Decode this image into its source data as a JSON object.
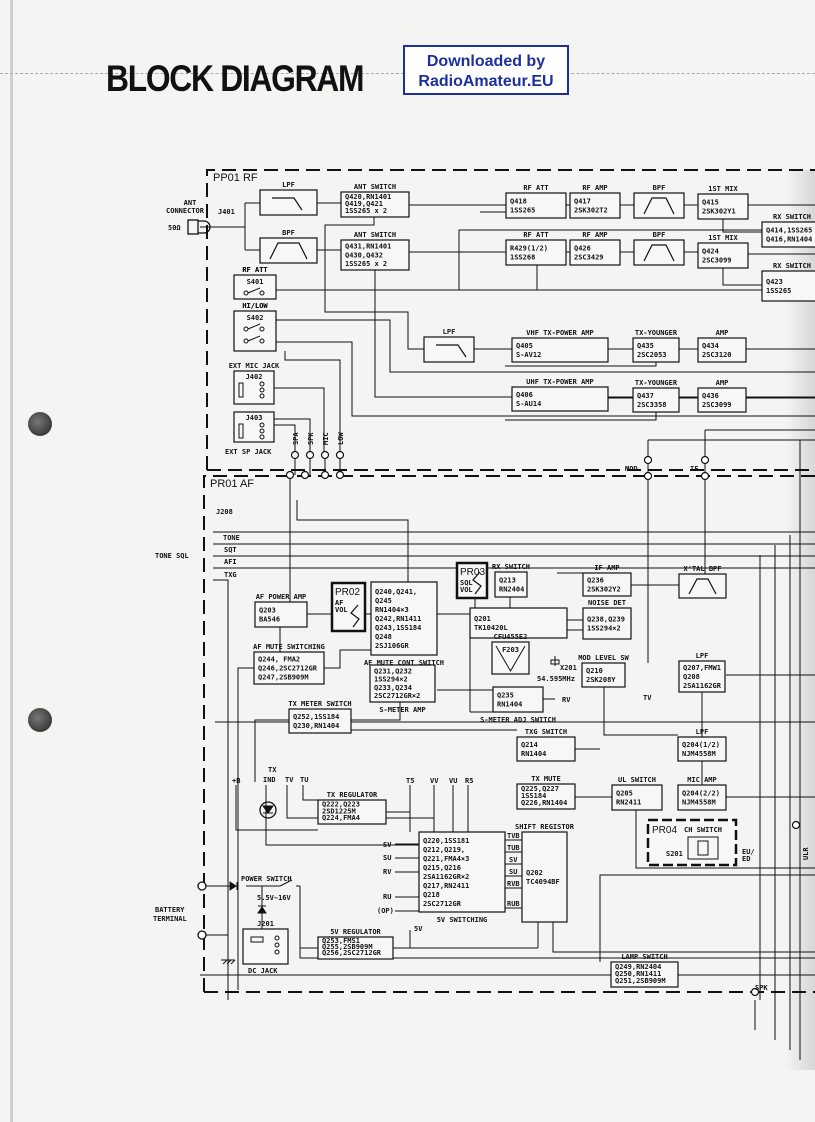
{
  "title": "BLOCK DIAGRAM",
  "watermark": {
    "line1": "Downloaded by",
    "line2": "RadioAmateur.EU",
    "border_color": "#1d2f9c"
  },
  "sections": {
    "rf": "PP01 RF",
    "af": "PR01 AF"
  },
  "labels": {
    "ant_connector_1": "ANT",
    "ant_connector_2": "CONNECTOR",
    "j401": "J401",
    "ohm": "50Ω",
    "spa": "SPA",
    "spk_v": "SPK",
    "mic": "MIC",
    "low": "LOW",
    "mod": "MOD",
    "if": "IF",
    "j208": "J208",
    "tone_sql": "TONE SQL",
    "tone": "TONE",
    "sqt": "SQT",
    "afi": "AFI",
    "txg": "TXG",
    "x201": "X201",
    "xtal_freq": "54.595MHz",
    "rv_q235": "RV",
    "tv_mod": "TV",
    "plus_b": "+B",
    "tx_ind_1": "TX",
    "tx_ind_2": "IND",
    "tv": "TV",
    "tu": "TU",
    "t5": "T5",
    "vv": "VV",
    "vu": "VU",
    "r5": "R5",
    "sv": "SV",
    "su": "SU",
    "rv": "RV",
    "ru": "RU",
    "op": "(OP)",
    "pin_tvb": "TVB",
    "pin_tub": "TUB",
    "pin_sv": "SV",
    "pin_su": "SU",
    "pin_rvb": "RVB",
    "pin_rub": "RUB",
    "power_switch": "POWER SWITCH",
    "voltage": "5.5V~16V",
    "battery_1": "BATTERY",
    "battery_2": "TERMINAL",
    "dc_jack": "DC JACK",
    "five_v": "5V",
    "spk": "SPK",
    "ulr": "ULR",
    "ext_sp_jack": "EXT SP JACK"
  },
  "blocks": {
    "lpf1": {
      "label": "LPF",
      "lines": []
    },
    "bpf1": {
      "label": "BPF",
      "lines": []
    },
    "ant_sw1": {
      "label": "ANT SWITCH",
      "lines": [
        "Q420,RN1401",
        "Q419,Q421",
        "1SS265 x 2"
      ]
    },
    "ant_sw2": {
      "label": "ANT SWITCH",
      "lines": [
        "Q431,RN1401",
        "Q430,Q432",
        "1SS265 x 2"
      ]
    },
    "s401": {
      "label": "RF ATT",
      "lines": [
        "S401"
      ]
    },
    "s402": {
      "label": "HI/LOW",
      "lines": [
        "S402"
      ]
    },
    "j402": {
      "label": "EXT MIC JACK",
      "lines": [
        "J402"
      ]
    },
    "j403": {
      "label": "",
      "lines": [
        "J403"
      ]
    },
    "lpf2": {
      "label": "LPF",
      "lines": []
    },
    "rf_att1": {
      "label": "RF ATT",
      "lines": [
        "Q418",
        "1SS265"
      ]
    },
    "rf_amp1": {
      "label": "RF AMP",
      "lines": [
        "Q417",
        "2SK302T2"
      ]
    },
    "bpf2": {
      "label": "BPF",
      "lines": []
    },
    "mix1": {
      "label": "1ST MIX",
      "lines": [
        "Q415",
        "2SK302Y1"
      ]
    },
    "rxsw1": {
      "label": "RX SWITCH",
      "lines": [
        "Q414,1SS265",
        "Q416,RN1404"
      ]
    },
    "rf_att2": {
      "label": "RF ATT",
      "lines": [
        "R429(1/2)",
        "1SS268"
      ]
    },
    "rf_amp2": {
      "label": "RF AMP",
      "lines": [
        "Q426",
        "2SC3429"
      ]
    },
    "bpf3": {
      "label": "BPF",
      "lines": []
    },
    "mix2": {
      "label": "1ST MIX",
      "lines": [
        "Q424",
        "2SC3099"
      ]
    },
    "rxsw2": {
      "label": "RX SWITCH",
      "lines": [
        "Q423",
        "1SS265"
      ]
    },
    "vhf_pa": {
      "label": "VHF TX-POWER AMP",
      "lines": [
        "Q405",
        "S-AV12"
      ]
    },
    "txy1": {
      "label": "TX-YOUNGER",
      "lines": [
        "Q435",
        "2SC2053"
      ]
    },
    "amp1": {
      "label": "AMP",
      "lines": [
        "Q434",
        "2SC3120"
      ]
    },
    "uhf_pa": {
      "label": "UHF TX-POWER AMP",
      "lines": [
        "Q406",
        "S-AU14"
      ]
    },
    "txy2": {
      "label": "TX-YOUNGER",
      "lines": [
        "Q437",
        "2SC3358"
      ]
    },
    "amp2": {
      "label": "AMP",
      "lines": [
        "Q436",
        "2SC3099"
      ]
    },
    "af_pa": {
      "label": "AF POWER AMP",
      "lines": [
        "Q203",
        "BA546"
      ]
    },
    "pr02": {
      "label": "PR02",
      "lines": [
        "AF",
        "VOL"
      ]
    },
    "af_mute_cont": {
      "label": "AF MUTE CONT SWITCH",
      "lines": [
        "Q240,Q241,",
        "Q245",
        "  RN1404×3",
        "Q242,RN1411",
        "Q243,1SS184",
        "Q248",
        "  2SJ106GR"
      ]
    },
    "af_mute_sw": {
      "label": "AF MUTE SWITCHING",
      "lines": [
        "Q244, FMA2",
        "Q246,2SC2712GR",
        "Q247,2SB909M"
      ]
    },
    "smeter_amp": {
      "label": "S-METER AMP",
      "lines": [
        "Q231,Q232",
        "  1SS294×2",
        "Q233,Q234",
        "2SC2712GR×2"
      ]
    },
    "tx_meter_sw": {
      "label": "TX METER SWITCH",
      "lines": [
        "Q252,1SS184",
        "Q230,RN1404"
      ]
    },
    "pr03": {
      "label": "PR03",
      "lines": [
        "SQL",
        "VOL"
      ]
    },
    "rx_sw": {
      "label": "RX SWITCH",
      "lines": [
        "Q213",
        "RN2404"
      ]
    },
    "q201": {
      "label": "",
      "lines": [
        "Q201",
        "TK10420L"
      ]
    },
    "f203": {
      "label": "CFU455E2",
      "lines": [
        "F203"
      ]
    },
    "q235": {
      "label": "S-METER ADJ SWITCH",
      "lines": [
        "Q235",
        "RN1404"
      ]
    },
    "if_amp": {
      "label": "IF AMP",
      "lines": [
        "Q236",
        "2SK302Y2"
      ]
    },
    "noise_det": {
      "label": "NOISE DET",
      "lines": [
        "Q238,Q239",
        "1SS294×2"
      ]
    },
    "mod_level": {
      "label": "MOD LEVEL SW",
      "lines": [
        "Q210",
        "2SK208Y"
      ]
    },
    "xtal_bpf": {
      "label": "X'TAL BPF",
      "lines": []
    },
    "lpf_q207": {
      "label": "LPF",
      "lines": [
        "Q207,FMW1",
        "Q208",
        "2SA1162GR"
      ]
    },
    "txg_sw": {
      "label": "TXG SWITCH",
      "lines": [
        "Q214",
        "RN1404"
      ]
    },
    "lpf_q204": {
      "label": "LPF",
      "lines": [
        "Q204(1/2)",
        "NJM4558M"
      ]
    },
    "mic_amp": {
      "label": "MIC AMP",
      "lines": [
        "Q204(2/2)",
        "NJM4558M"
      ]
    },
    "tx_mute": {
      "label": "TX MUTE",
      "lines": [
        "Q225,Q227",
        "    1SS184",
        "Q226,RN1404"
      ]
    },
    "ul_sw": {
      "label": "UL SWITCH",
      "lines": [
        "Q205",
        "RN2411"
      ]
    },
    "pr04": {
      "label": "PR04",
      "lines": [
        "CH SWITCH",
        "S201",
        "EU/",
        "ED"
      ]
    },
    "tx_reg": {
      "label": "TX REGULATOR",
      "lines": [
        "Q222,Q223",
        "   2SD1225M",
        "Q224,FMA4"
      ]
    },
    "sw5v": {
      "label": "5V SWITCHING",
      "lines": [
        "Q220,1SS181",
        "Q212,Q219,",
        "Q221,FMA4×3",
        "Q215,Q216",
        " 2SA1162GR×2",
        "Q217,RN2411",
        "Q218",
        "   2SC2712GR"
      ]
    },
    "shift_reg": {
      "label": "SHIFT REGISTOR",
      "lines": [
        "Q202",
        "TC4094BF"
      ]
    },
    "j201": {
      "label": "J201",
      "lines": []
    },
    "reg5v": {
      "label": "5V REGULATOR",
      "lines": [
        "Q253,FMS1",
        "Q255,2SB909M",
        "Q256,2SC2712GR"
      ]
    },
    "lamp_sw": {
      "label": "LAMP SWITCH",
      "lines": [
        "Q249,RN2404",
        "Q250,RN1411",
        "Q251,2SB909M"
      ]
    }
  }
}
